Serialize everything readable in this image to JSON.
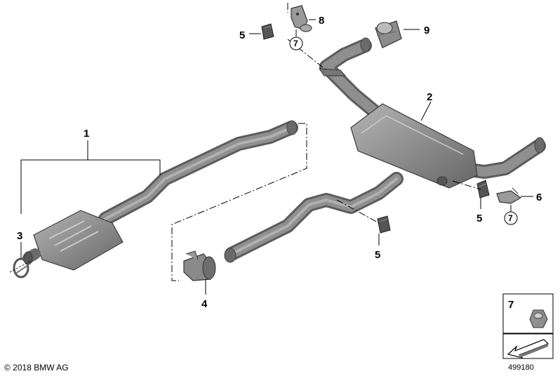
{
  "callouts": {
    "c1": "1",
    "c2": "2",
    "c3": "3",
    "c4": "4",
    "c5a": "5",
    "c5b": "5",
    "c5c": "5",
    "c6": "6",
    "c8": "8",
    "c9": "9",
    "c7a": "7",
    "c7b": "7",
    "c7box": "7"
  },
  "footer": {
    "copyright": "© 2018 BMW AG",
    "doc_number": "499180"
  },
  "colors": {
    "pipe": "#7d7d7d",
    "pipe_dark": "#555555",
    "part": "#8c8c8c",
    "part_light": "#b8b8b8"
  }
}
